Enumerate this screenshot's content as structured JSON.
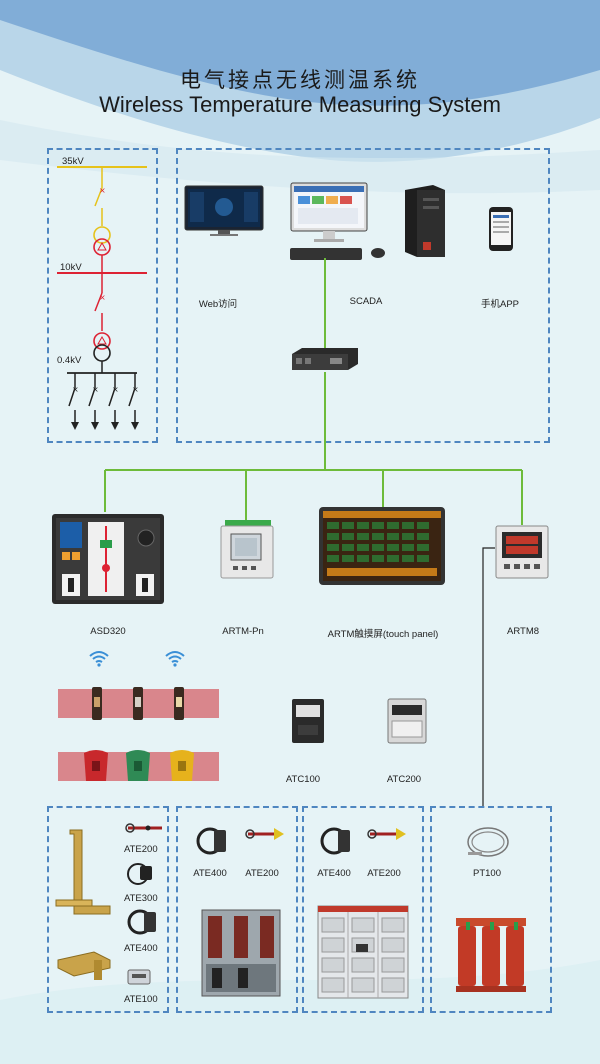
{
  "title_cn": "电气接点无线测温系统",
  "title_en": "Wireless Temperature Measuring System",
  "single_line": {
    "v35": "35kV",
    "v10": "10kV",
    "v04": "0.4kV"
  },
  "top_clients": {
    "web": "Web访问",
    "scada": "SCADA",
    "app": "手机APP"
  },
  "devices": {
    "asd320": "ASD320",
    "artm_pn": "ARTM-Pn",
    "artm_touch": "ARTM触摸屏(touch panel)",
    "artm8": "ARTM8"
  },
  "collectors": {
    "atc100": "ATC100",
    "atc200": "ATC200"
  },
  "bottom": {
    "box1": {
      "ate200": "ATE200",
      "ate300": "ATE300",
      "ate400": "ATE400",
      "ate100": "ATE100"
    },
    "box2": {
      "ate400": "ATE400",
      "ate200": "ATE200"
    },
    "box3": {
      "ate400": "ATE400",
      "ate200": "ATE200"
    },
    "box4": {
      "pt100": "PT100"
    }
  },
  "colors": {
    "wire": "#6dbb3a",
    "dash": "#4f86c0",
    "busbar": "#d9868c",
    "bg": "#e8f4f7",
    "wave": "#5e93c8"
  }
}
